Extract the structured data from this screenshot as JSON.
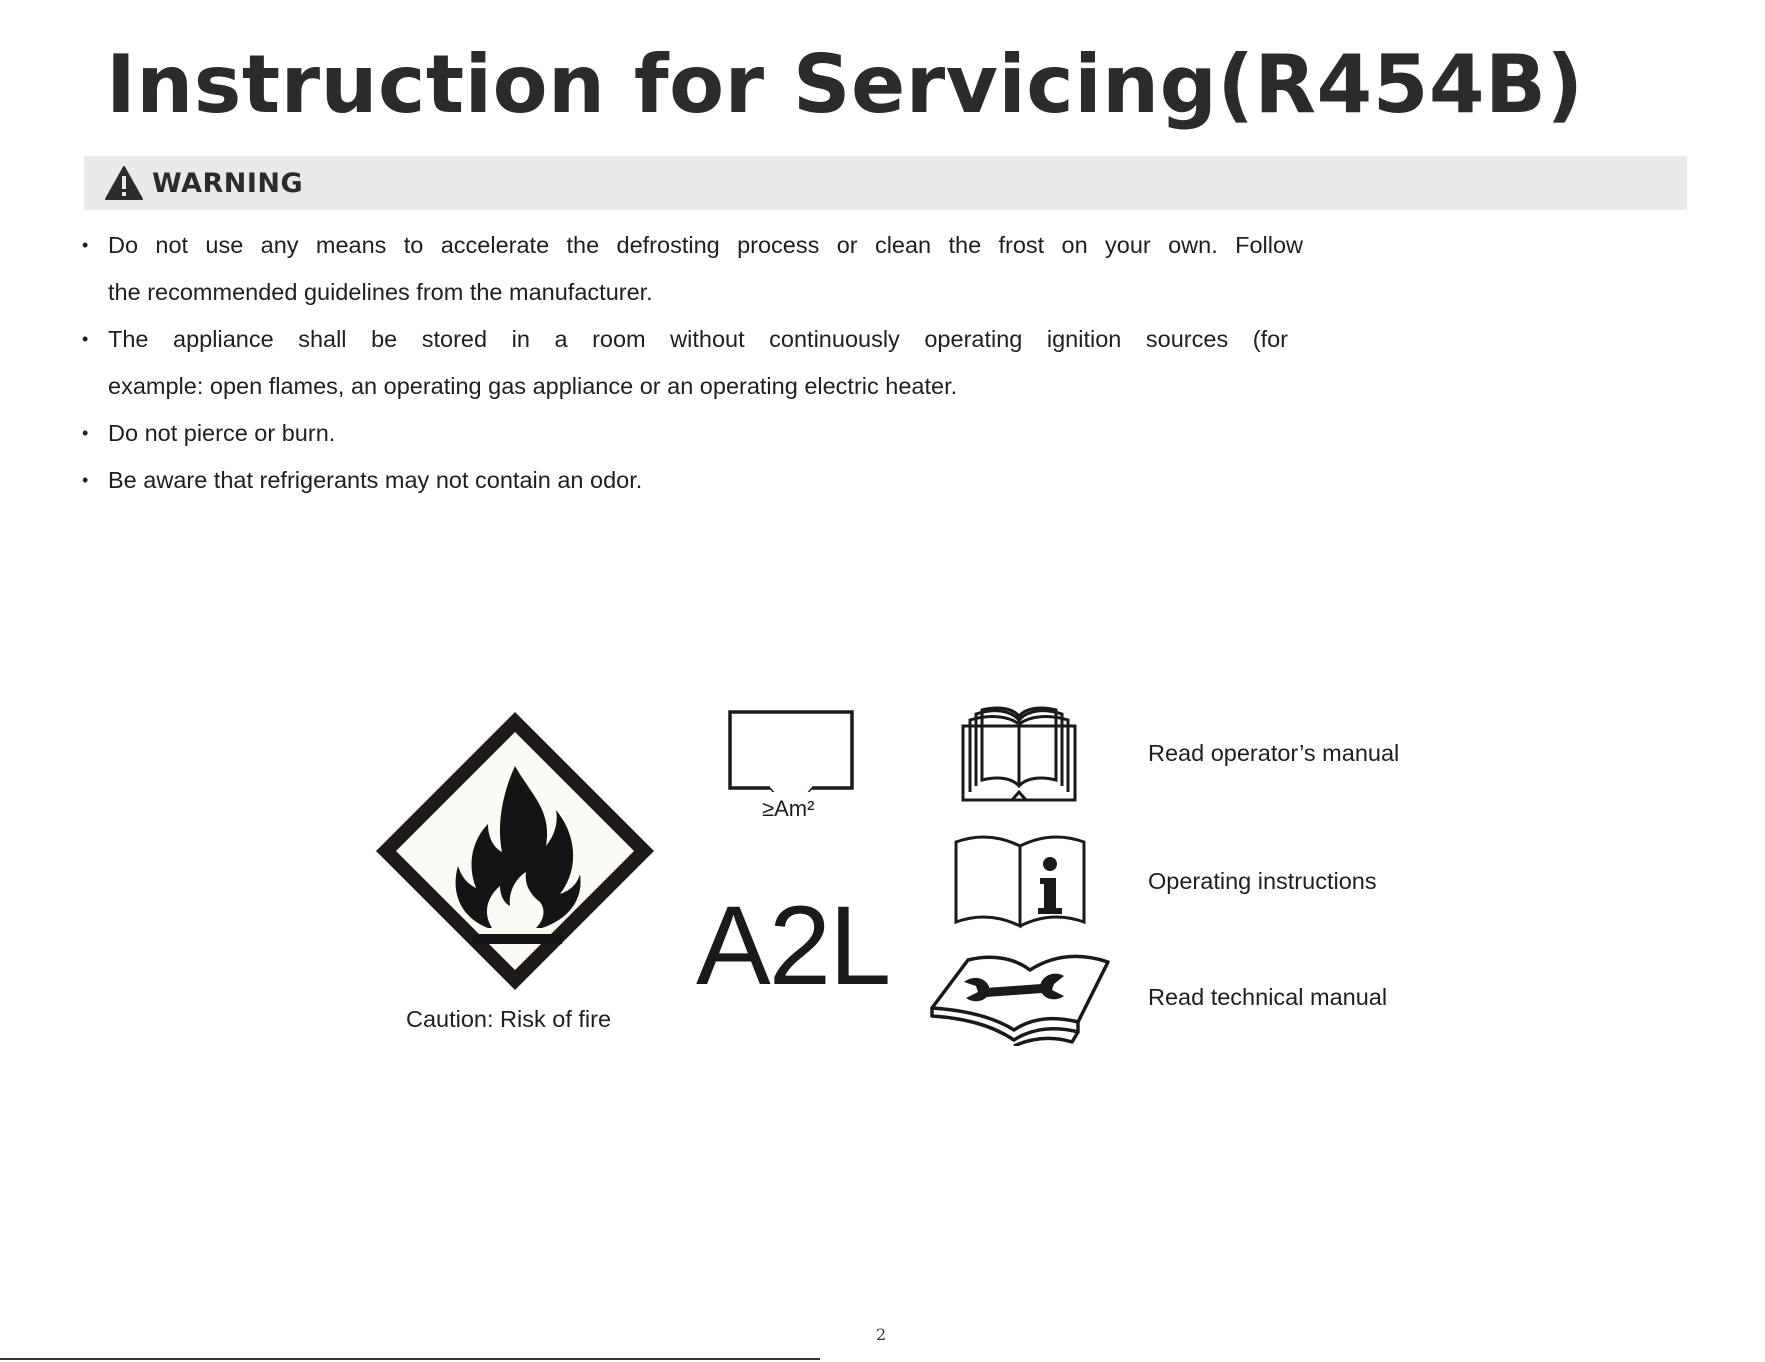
{
  "page": {
    "title": "Instruction for Servicing(R454B)",
    "page_number": "2"
  },
  "warning": {
    "icon": "warning-triangle-icon",
    "label": "WARNING",
    "bar_color": "#e9e9e9"
  },
  "bullets": [
    {
      "line1": "Do not use any means to accelerate the defrosting process or clean the frost on your own. Follow",
      "line2": "the recommended guidelines from the manufacturer."
    },
    {
      "line1": "The appliance shall be stored in a room without continuously operating ignition sources (for",
      "line2": "example: open flames, an operating gas appliance or an operating electric heater."
    },
    {
      "line1": "Do not pierce or burn."
    },
    {
      "line1": "Be aware that refrigerants may not contain an odor."
    }
  ],
  "symbols": {
    "fire": {
      "icon": "flammable-diamond-icon",
      "caption": "Caution: Risk of fire"
    },
    "area": {
      "icon": "room-area-icon",
      "label": "≥Am²"
    },
    "class_label": "A2L",
    "manuals": [
      {
        "icon": "open-book-icon",
        "label": "Read operator’s manual"
      },
      {
        "icon": "info-book-icon",
        "label": "Operating instructions"
      },
      {
        "icon": "wrench-book-icon",
        "label": "Read technical manual"
      }
    ]
  }
}
